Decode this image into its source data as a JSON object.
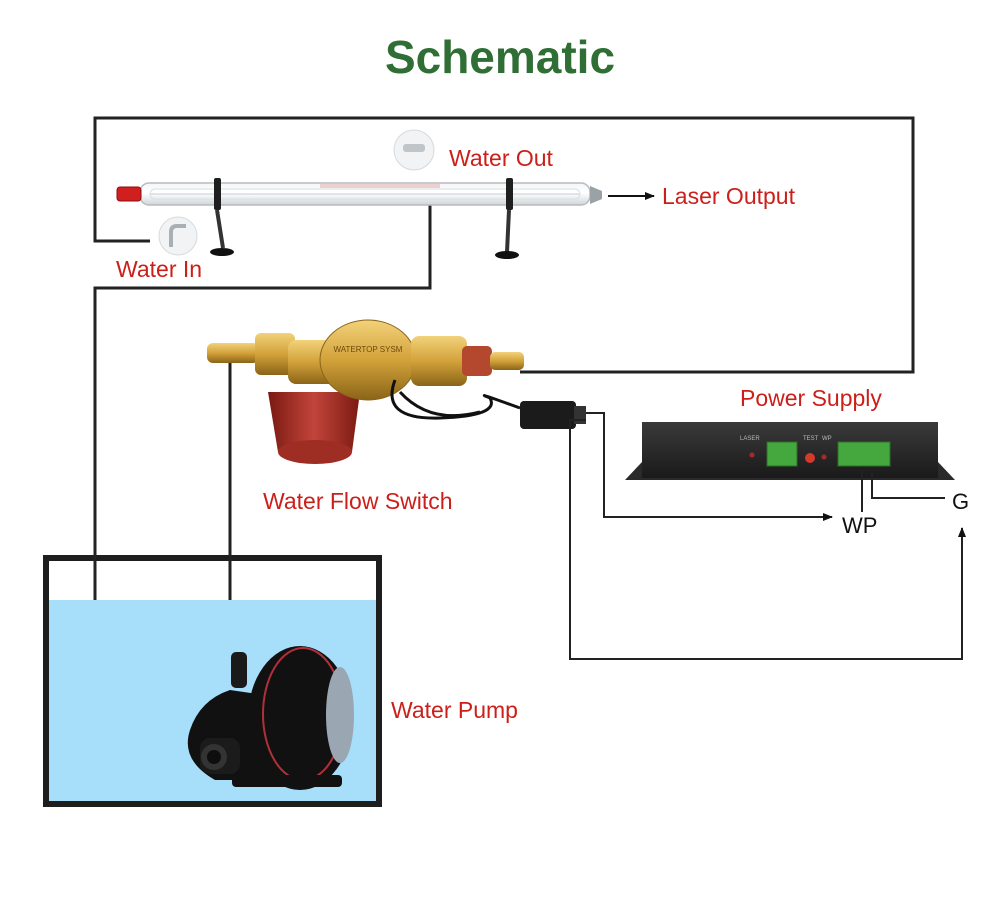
{
  "title": "Schematic",
  "labels": {
    "water_out": "Water Out",
    "laser_output": "Laser Output",
    "water_in": "Water In",
    "power_supply": "Power Supply",
    "water_flow_switch": "Water Flow Switch",
    "wp": "WP",
    "g": "G",
    "water_pump": "Water Pump"
  },
  "power_supply_panel": [
    "LASER",
    "TEST",
    "WP"
  ],
  "switch_brand": "WATERTOP SYSM",
  "colors": {
    "title": "#2f6e34",
    "label": "#cc1f1a",
    "wire": "#222222",
    "water": "#a7defa",
    "brass": "#d3a23a",
    "terminal": "#45a83e"
  }
}
